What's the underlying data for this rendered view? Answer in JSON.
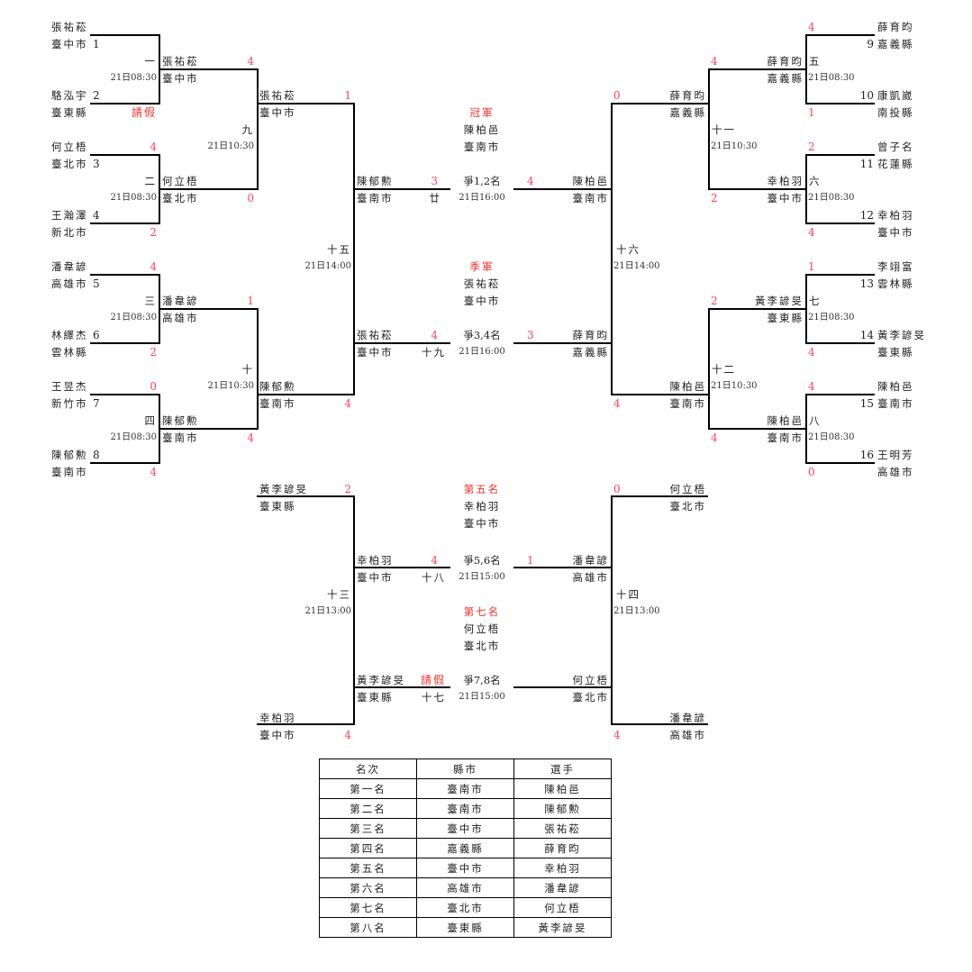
{
  "players": {
    "p1": {
      "seed": "1",
      "name": "張祐菘",
      "county": "臺中市"
    },
    "p2": {
      "seed": "2",
      "name": "駱泓宇",
      "county": "臺東縣"
    },
    "p3": {
      "seed": "3",
      "name": "何立梧",
      "county": "臺北市"
    },
    "p4": {
      "seed": "4",
      "name": "王瀚澤",
      "county": "新北市"
    },
    "p5": {
      "seed": "5",
      "name": "潘韋諺",
      "county": "高雄市"
    },
    "p6": {
      "seed": "6",
      "name": "林繹杰",
      "county": "雲林縣"
    },
    "p7": {
      "seed": "7",
      "name": "王昱杰",
      "county": "新竹市"
    },
    "p8": {
      "seed": "8",
      "name": "陳郁勲",
      "county": "臺南市"
    },
    "p9": {
      "seed": "9",
      "name": "薛育昀",
      "county": "嘉義縣"
    },
    "p10": {
      "seed": "10",
      "name": "康凱崴",
      "county": "南投縣"
    },
    "p11": {
      "seed": "11",
      "name": "曾子名",
      "county": "花蓮縣"
    },
    "p12": {
      "seed": "12",
      "name": "幸柏羽",
      "county": "臺中市"
    },
    "p13": {
      "seed": "13",
      "name": "李翊富",
      "county": "雲林縣"
    },
    "p14": {
      "seed": "14",
      "name": "黃李諺旻",
      "county": "臺東縣"
    },
    "p15": {
      "seed": "15",
      "name": "陳柏邑",
      "county": "臺南市"
    },
    "p16": {
      "seed": "16",
      "name": "王明芳",
      "county": "高雄市"
    }
  },
  "matches": {
    "m1": {
      "label": "一",
      "time": "21日08:30",
      "top_score": "",
      "bottom_score": "請假"
    },
    "m2": {
      "label": "二",
      "time": "21日08:30",
      "top_score": "4",
      "bottom_score": "2"
    },
    "m3": {
      "label": "三",
      "time": "21日08:30",
      "top_score": "4",
      "bottom_score": "2"
    },
    "m4": {
      "label": "四",
      "time": "21日08:30",
      "top_score": "0",
      "bottom_score": "4"
    },
    "m5": {
      "label": "五",
      "time": "21日08:30",
      "top_score": "4",
      "bottom_score": "1"
    },
    "m6": {
      "label": "六",
      "time": "21日08:30",
      "top_score": "2",
      "bottom_score": "4"
    },
    "m7": {
      "label": "七",
      "time": "21日08:30",
      "top_score": "1",
      "bottom_score": "4"
    },
    "m8": {
      "label": "八",
      "time": "21日08:30",
      "top_score": "4",
      "bottom_score": "0"
    },
    "m9": {
      "label": "九",
      "time": "21日10:30",
      "top_score": "4",
      "bottom_score": "0"
    },
    "m10": {
      "label": "十",
      "time": "21日10:30",
      "top_score": "1",
      "bottom_score": "4"
    },
    "m11": {
      "label": "十一",
      "time": "21日10:30",
      "top_score": "4",
      "bottom_score": "2"
    },
    "m12": {
      "label": "十二",
      "time": "21日10:30",
      "top_score": "2",
      "bottom_score": "4"
    },
    "m13": {
      "label": "十三",
      "time": "21日13:00",
      "top_score": "2",
      "bottom_score": "4"
    },
    "m14": {
      "label": "十四",
      "time": "21日13:00",
      "top_score": "0",
      "bottom_score": "4"
    },
    "m15": {
      "label": "十五",
      "time": "21日14:00",
      "top_score": "1",
      "bottom_score": "4"
    },
    "m16": {
      "label": "十六",
      "time": "21日14:00",
      "top_score": "0",
      "bottom_score": "4"
    },
    "m17": {
      "label": "十七",
      "time": "21日15:00",
      "left_score": "請假",
      "right_score": "",
      "title": "爭7,8名"
    },
    "m18": {
      "label": "十八",
      "time": "21日15:00",
      "left_score": "4",
      "right_score": "1",
      "title": "爭5,6名"
    },
    "m19": {
      "label": "十九",
      "time": "21日16:00",
      "left_score": "4",
      "right_score": "3",
      "title": "爭3,4名"
    },
    "m20": {
      "label": "廿",
      "time": "21日16:00",
      "left_score": "3",
      "right_score": "4",
      "title": "爭1,2名"
    }
  },
  "results": {
    "champion": {
      "title": "冠軍",
      "name": "陳柏邑",
      "county": "臺南市"
    },
    "third": {
      "title": "季軍",
      "name": "張祐菘",
      "county": "臺中市"
    },
    "fifth": {
      "title": "第五名",
      "name": "幸柏羽",
      "county": "臺中市"
    },
    "seventh": {
      "title": "第七名",
      "name": "何立梧",
      "county": "臺北市"
    }
  },
  "ranking_table": {
    "headers": [
      "名次",
      "縣市",
      "選手"
    ],
    "rows": [
      [
        "第一名",
        "臺南市",
        "陳柏邑"
      ],
      [
        "第二名",
        "臺南市",
        "陳郁勲"
      ],
      [
        "第三名",
        "臺中市",
        "張祐菘"
      ],
      [
        "第四名",
        "嘉義縣",
        "薛育昀"
      ],
      [
        "第五名",
        "臺中市",
        "幸柏羽"
      ],
      [
        "第六名",
        "高雄市",
        "潘韋諺"
      ],
      [
        "第七名",
        "臺北市",
        "何立梧"
      ],
      [
        "第八名",
        "臺東縣",
        "黃李諺旻"
      ]
    ]
  },
  "colors": {
    "score": "#ff3f5c",
    "title_red": "#f0302a",
    "line": "#000000"
  }
}
